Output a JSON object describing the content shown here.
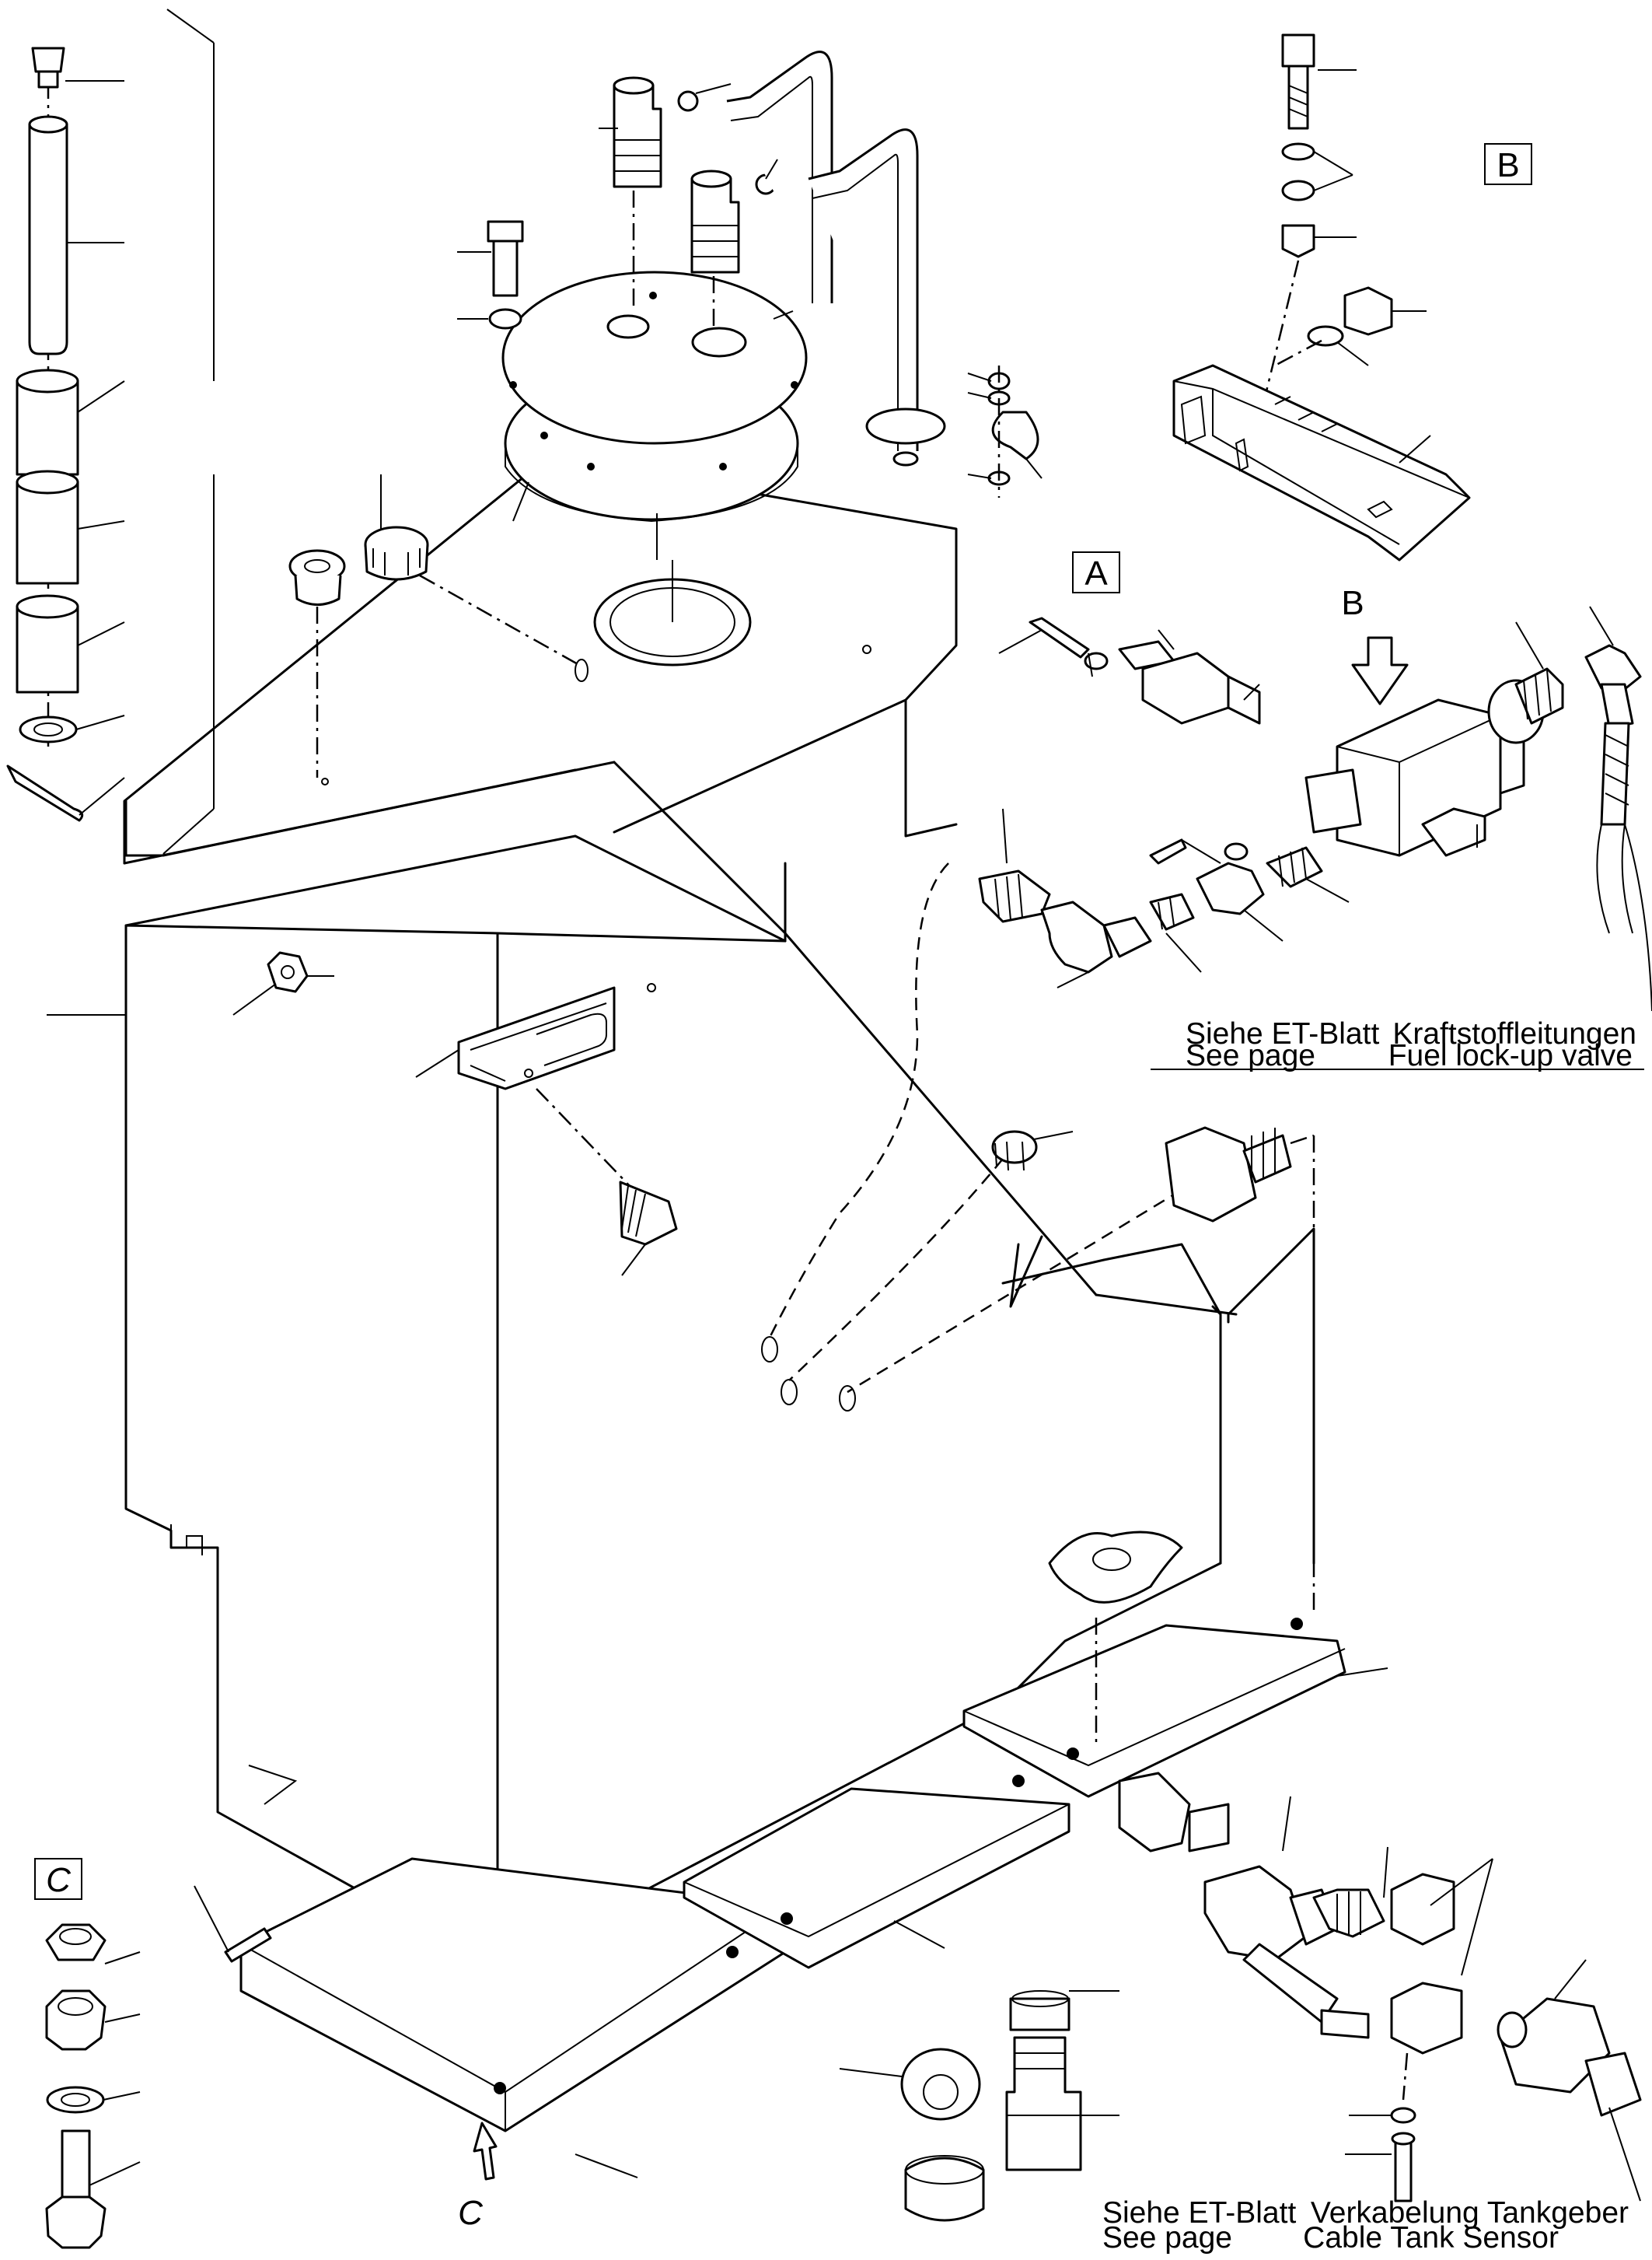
{
  "callouts": {
    "view_a": "A",
    "view_b": "B",
    "view_c": "C",
    "arrow_b": "B",
    "arrow_c": "C"
  },
  "references": {
    "fuel_lines": {
      "de_prefix": "Siehe ET-Blatt",
      "en_prefix": "See page",
      "de_title": "Kraftstoffleitungen",
      "en_title": "Fuel lock-up valve"
    },
    "tank_sensor": {
      "de_prefix": "Siehe ET-Blatt",
      "en_prefix": "See page",
      "de_title": "Verkabelung Tankgeber",
      "en_title": "Cable Tank Sensor"
    }
  }
}
